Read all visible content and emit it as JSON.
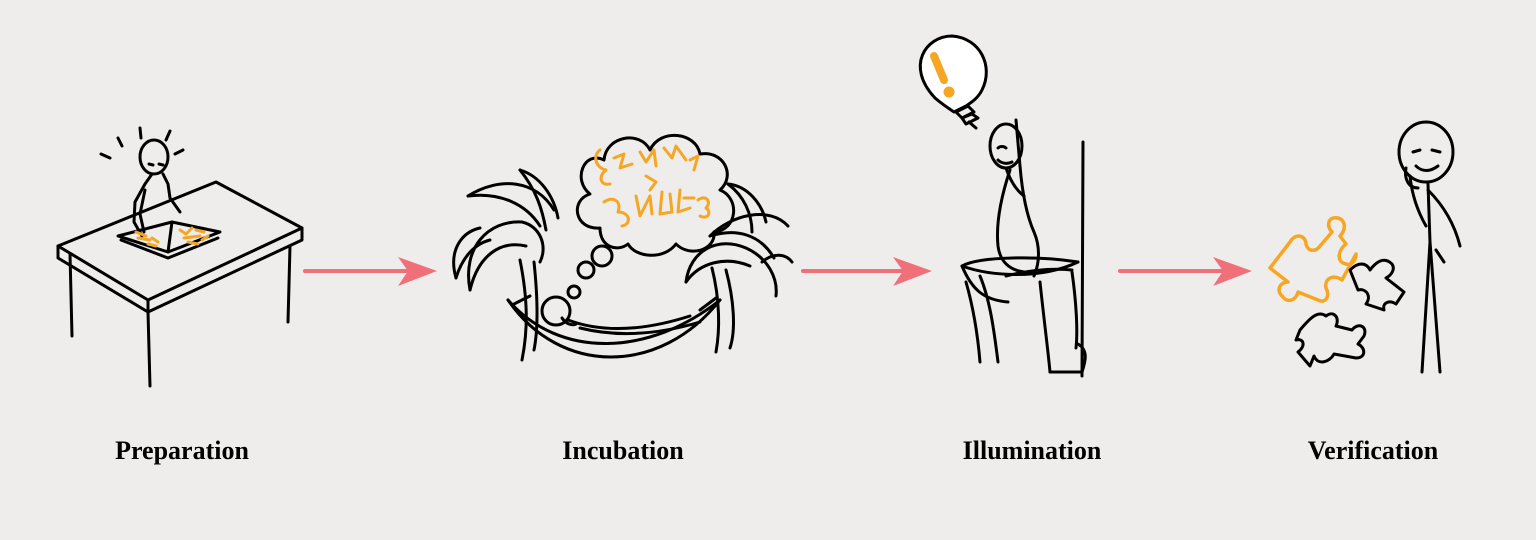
{
  "colors": {
    "background": "#efedeb",
    "ink": "#000000",
    "accent_orange": "#f6a623",
    "arrow_pink": "#f0707a"
  },
  "stages": [
    {
      "label": "Preparation",
      "icon": "person-studying-at-desk"
    },
    {
      "label": "Incubation",
      "icon": "person-resting-in-hammock"
    },
    {
      "label": "Illumination",
      "icon": "person-with-lightbulb-idea"
    },
    {
      "label": "Verification",
      "icon": "person-checking-puzzle-pieces"
    }
  ]
}
